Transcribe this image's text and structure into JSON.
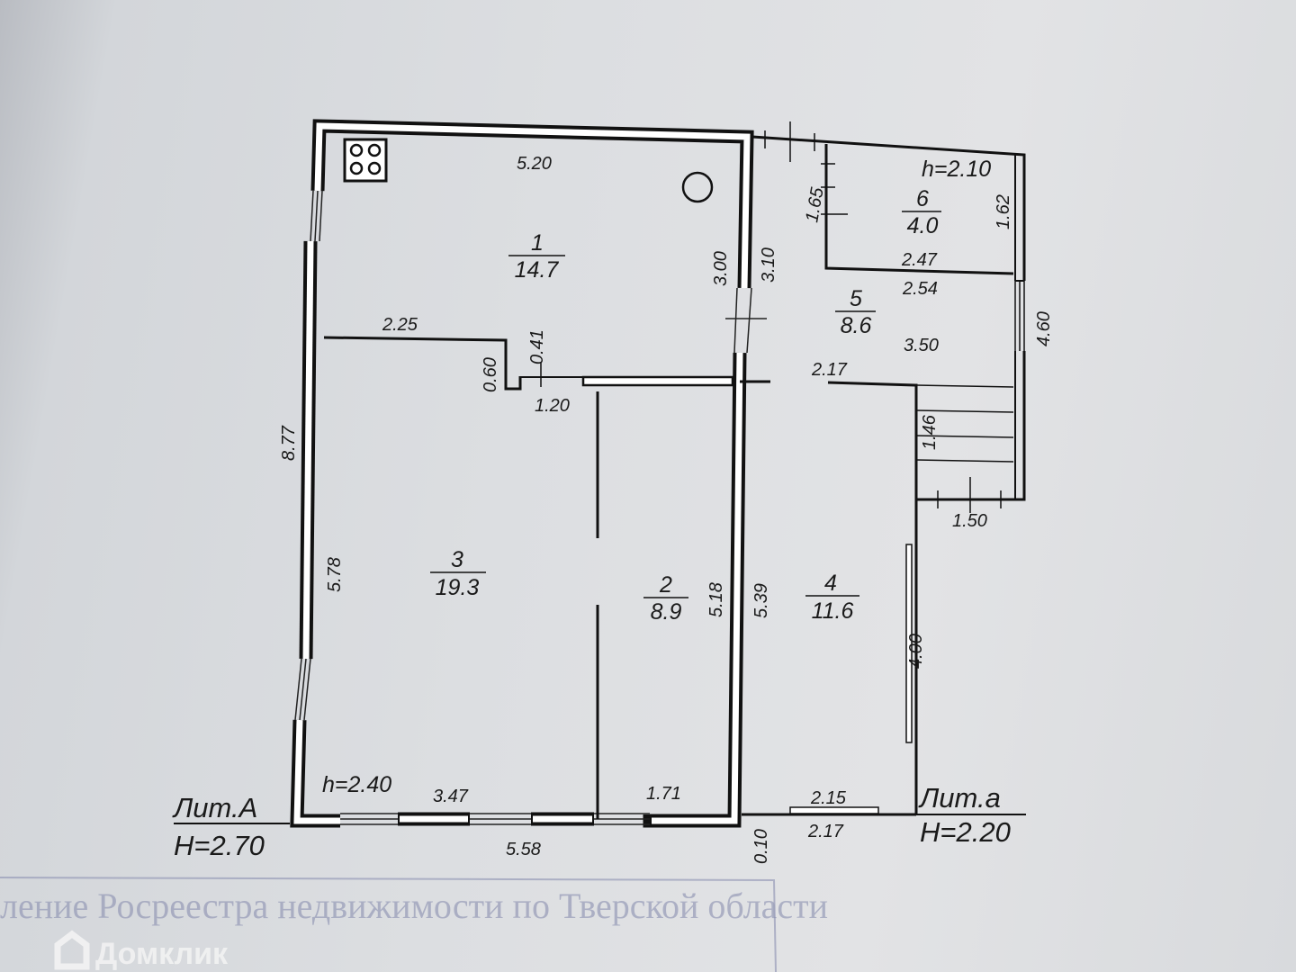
{
  "rooms": [
    {
      "number": "1",
      "area": "14.7"
    },
    {
      "number": "2",
      "area": "8.9"
    },
    {
      "number": "3",
      "area": "19.3"
    },
    {
      "number": "4",
      "area": "11.6"
    },
    {
      "number": "5",
      "area": "8.6"
    },
    {
      "number": "6",
      "area": "4.0"
    }
  ],
  "dimensions": {
    "d520": "5.20",
    "d300": "3.00",
    "d310": "3.10",
    "d225": "2.25",
    "d060": "0.60",
    "d041": "0.41",
    "d120": "1.20",
    "d877": "8.77",
    "d578": "5.78",
    "d518": "5.18",
    "d539": "5.39",
    "d347": "3.47",
    "d171": "1.71",
    "d558": "5.58",
    "d010": "0.10",
    "d215": "2.15",
    "d217b": "2.17",
    "d400": "4.00",
    "d165": "1.65",
    "d162": "1.62",
    "d247": "2.47",
    "d254": "2.54",
    "d350": "3.50",
    "d217": "2.17",
    "d146": "1.46",
    "d150": "1.50",
    "d460": "4.60"
  },
  "heights": {
    "h_room_a": "h=2.40",
    "h_room_6": "h=2.10"
  },
  "literals": {
    "lit_a_main": "Лит.А",
    "H_a_main": "H=2.70",
    "lit_a_ext": "Лит.а",
    "H_a_ext": "H=2.20"
  },
  "stamp_text": "ление Росреестра недвижимости по Тверской области",
  "watermark": "Домклик"
}
